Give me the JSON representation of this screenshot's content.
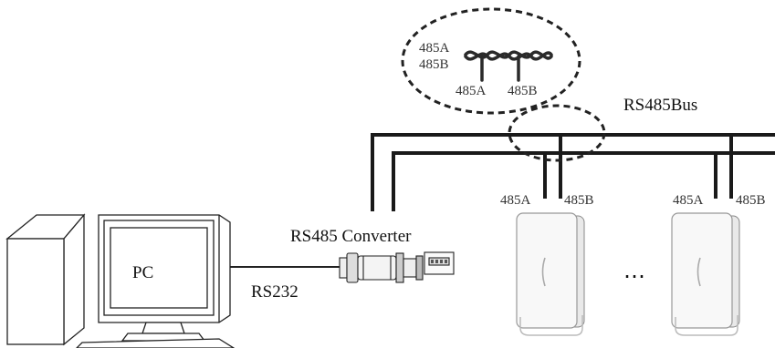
{
  "labels": {
    "pc": "PC",
    "rs232": "RS232",
    "converter": "RS485 Converter",
    "bus": "RS485Bus",
    "ellipsis": "…"
  },
  "inset": {
    "line_a": "485A",
    "line_b": "485B",
    "terminal_a": "485A",
    "terminal_b": "485B"
  },
  "readers": [
    {
      "terminal_a": "485A",
      "terminal_b": "485B"
    },
    {
      "terminal_a": "485A",
      "terminal_b": "485B"
    }
  ]
}
